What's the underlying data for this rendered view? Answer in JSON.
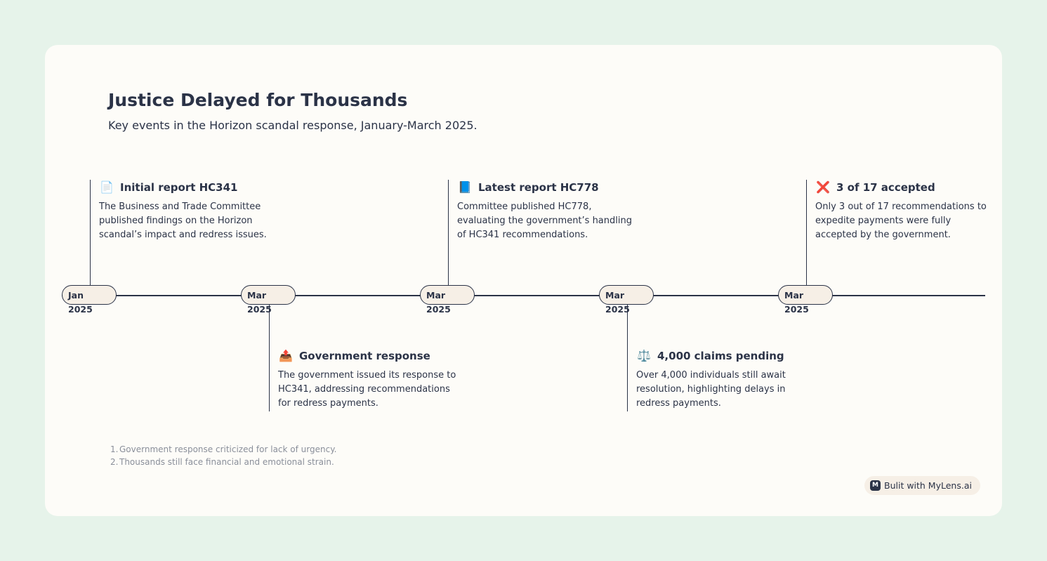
{
  "title": "Justice Delayed for Thousands",
  "subtitle": "Key events in the Horizon scandal response, January-March 2025.",
  "events": [
    {
      "month": "Jan",
      "year": "2025",
      "icon": "📄",
      "icon_name": "document-icon",
      "title": "Initial report HC341",
      "description": "The Business and Trade Committee published findings on the Horizon scandal’s impact and redress issues."
    },
    {
      "month": "Mar",
      "year": "2025",
      "icon": "📤",
      "icon_name": "outbox-tray-icon",
      "title": "Government response",
      "description": "The government issued its response to HC341, addressing recommendations for redress payments."
    },
    {
      "month": "Mar",
      "year": "2025",
      "icon": "📘",
      "icon_name": "blue-book-icon",
      "title": "Latest report HC778",
      "description": "Committee published HC778, evaluating the government’s handling of HC341 recommendations."
    },
    {
      "month": "Mar",
      "year": "2025",
      "icon": "⚖️",
      "icon_name": "scales-icon",
      "title": "4,000 claims pending",
      "description": "Over 4,000 individuals still await resolution, highlighting delays in redress payments."
    },
    {
      "month": "Mar",
      "year": "2025",
      "icon": "❌",
      "icon_name": "cross-mark-icon",
      "title": "3 of 17 accepted",
      "description": "Only 3 out of 17 recommendations to expedite payments were fully accepted by the government."
    }
  ],
  "notes": [
    "Government response criticized for lack of urgency.",
    "Thousands still face financial and emotional strain."
  ],
  "badge": {
    "logo": "M",
    "label": "Bulit with MyLens.ai"
  }
}
